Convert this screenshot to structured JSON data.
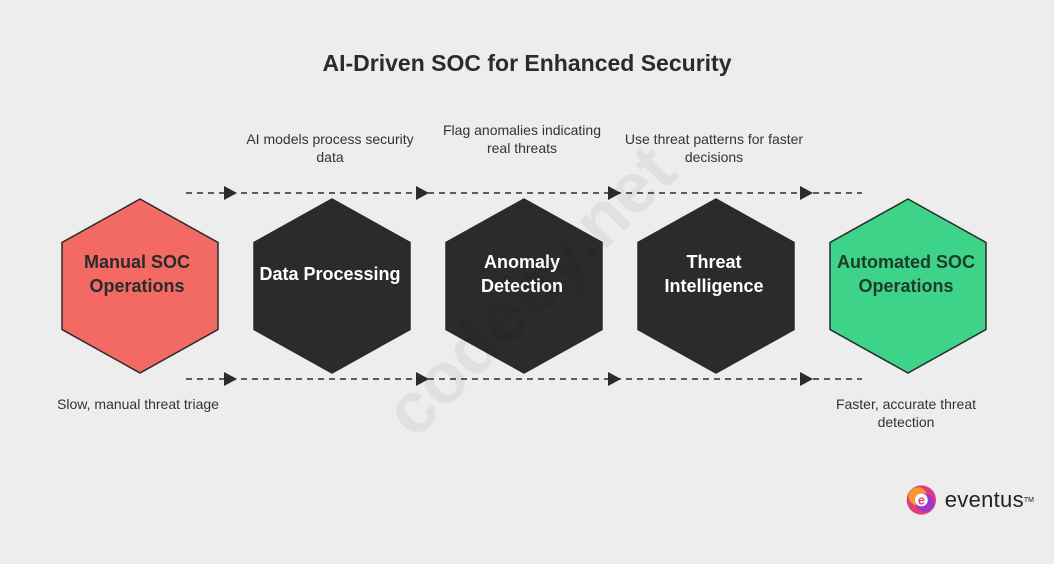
{
  "title": "AI-Driven SOC for Enhanced Security",
  "colors": {
    "background": "#ededed",
    "start": "#f26a63",
    "process": "#2b2b2b",
    "end": "#3dd48a",
    "arrow": "#2b2b2b"
  },
  "nodes": [
    {
      "label": "Manual SOC Operations",
      "kind": "start"
    },
    {
      "label": "Data Processing",
      "kind": "process"
    },
    {
      "label": "Anomaly Detection",
      "kind": "process"
    },
    {
      "label": "Threat Intelligence",
      "kind": "process"
    },
    {
      "label": "Automated SOC Operations",
      "kind": "end"
    }
  ],
  "top_notes": [
    "AI models process security data",
    "Flag anomalies indicating real threats",
    "Use threat patterns for faster decisions"
  ],
  "bottom_notes": {
    "start": "Slow, manual threat triage",
    "end": "Faster, accurate threat detection"
  },
  "watermark": "codeby.net",
  "logo": {
    "text": "eventus",
    "tm": "TM",
    "icon": "eventus-logo-icon"
  }
}
